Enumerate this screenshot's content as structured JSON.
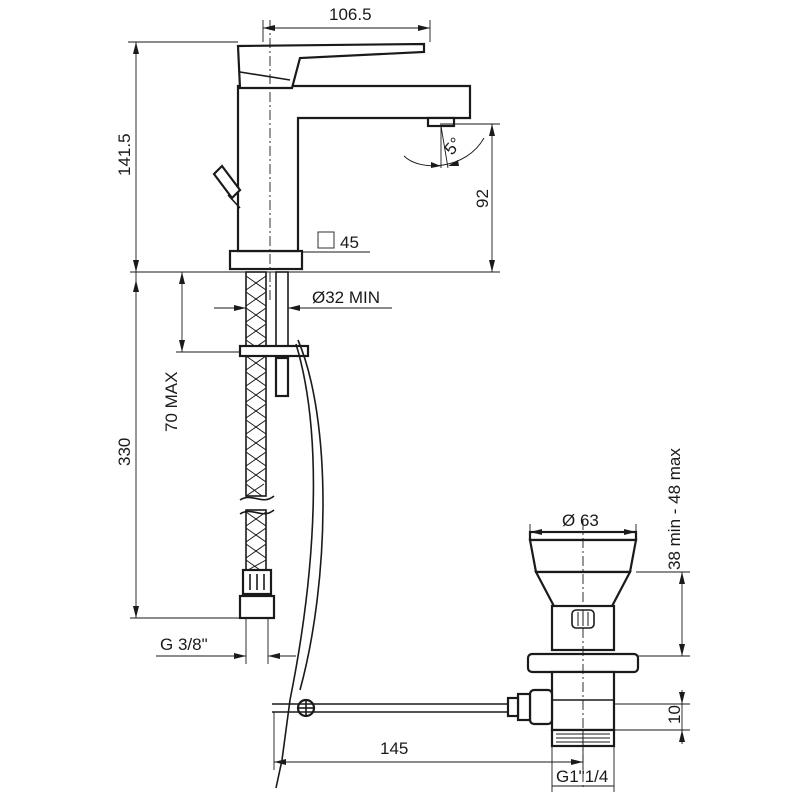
{
  "dimensions": {
    "spout_length": "106.5",
    "total_height": "141.5",
    "spout_height": "92",
    "spout_angle": "5°",
    "base_square": "45",
    "hole_diameter": "Ø32 MIN",
    "counter_thickness": "70 MAX",
    "hose_length": "330",
    "hose_thread": "G 3/8\"",
    "waste_diameter": "Ø 63",
    "waste_height": "38 min - 48 max",
    "rod_length": "145",
    "waste_thread": "G1\"1/4",
    "waste_pipe": "10"
  }
}
